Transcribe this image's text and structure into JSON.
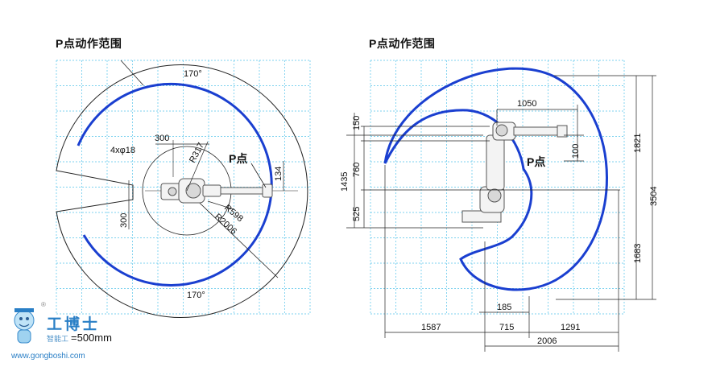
{
  "colors": {
    "grid": "#53c3ea",
    "range": "#1a3fd0",
    "line": "#222222",
    "robot": "#7a7a7a"
  },
  "left_view": {
    "title": "P点动作范围",
    "angle_top": "170°",
    "angle_bottom": "170°",
    "hole_label": "4xφ18",
    "dim_300_top": "300",
    "dim_300_left": "300",
    "r317": "R317",
    "p_point": "P点",
    "dim_134": "134",
    "r598": "R598",
    "r2006": "R2006"
  },
  "right_view": {
    "title": "P点动作范围",
    "dim_1050": "1050",
    "dim_150": "150",
    "dim_760": "760",
    "dim_1435": "1435",
    "dim_525": "525",
    "dim_100": "100",
    "p_point": "P点",
    "dim_1821": "1821",
    "dim_3504": "3504",
    "dim_1683": "1683",
    "dim_185": "185",
    "dim_1587": "1587",
    "dim_715": "715",
    "dim_1291": "1291",
    "dim_2006": "2006"
  },
  "watermark": {
    "name": "工博士",
    "sub": "智能工",
    "url": "www.gongboshi.com",
    "registered": "®"
  },
  "scale_label": "=500mm"
}
